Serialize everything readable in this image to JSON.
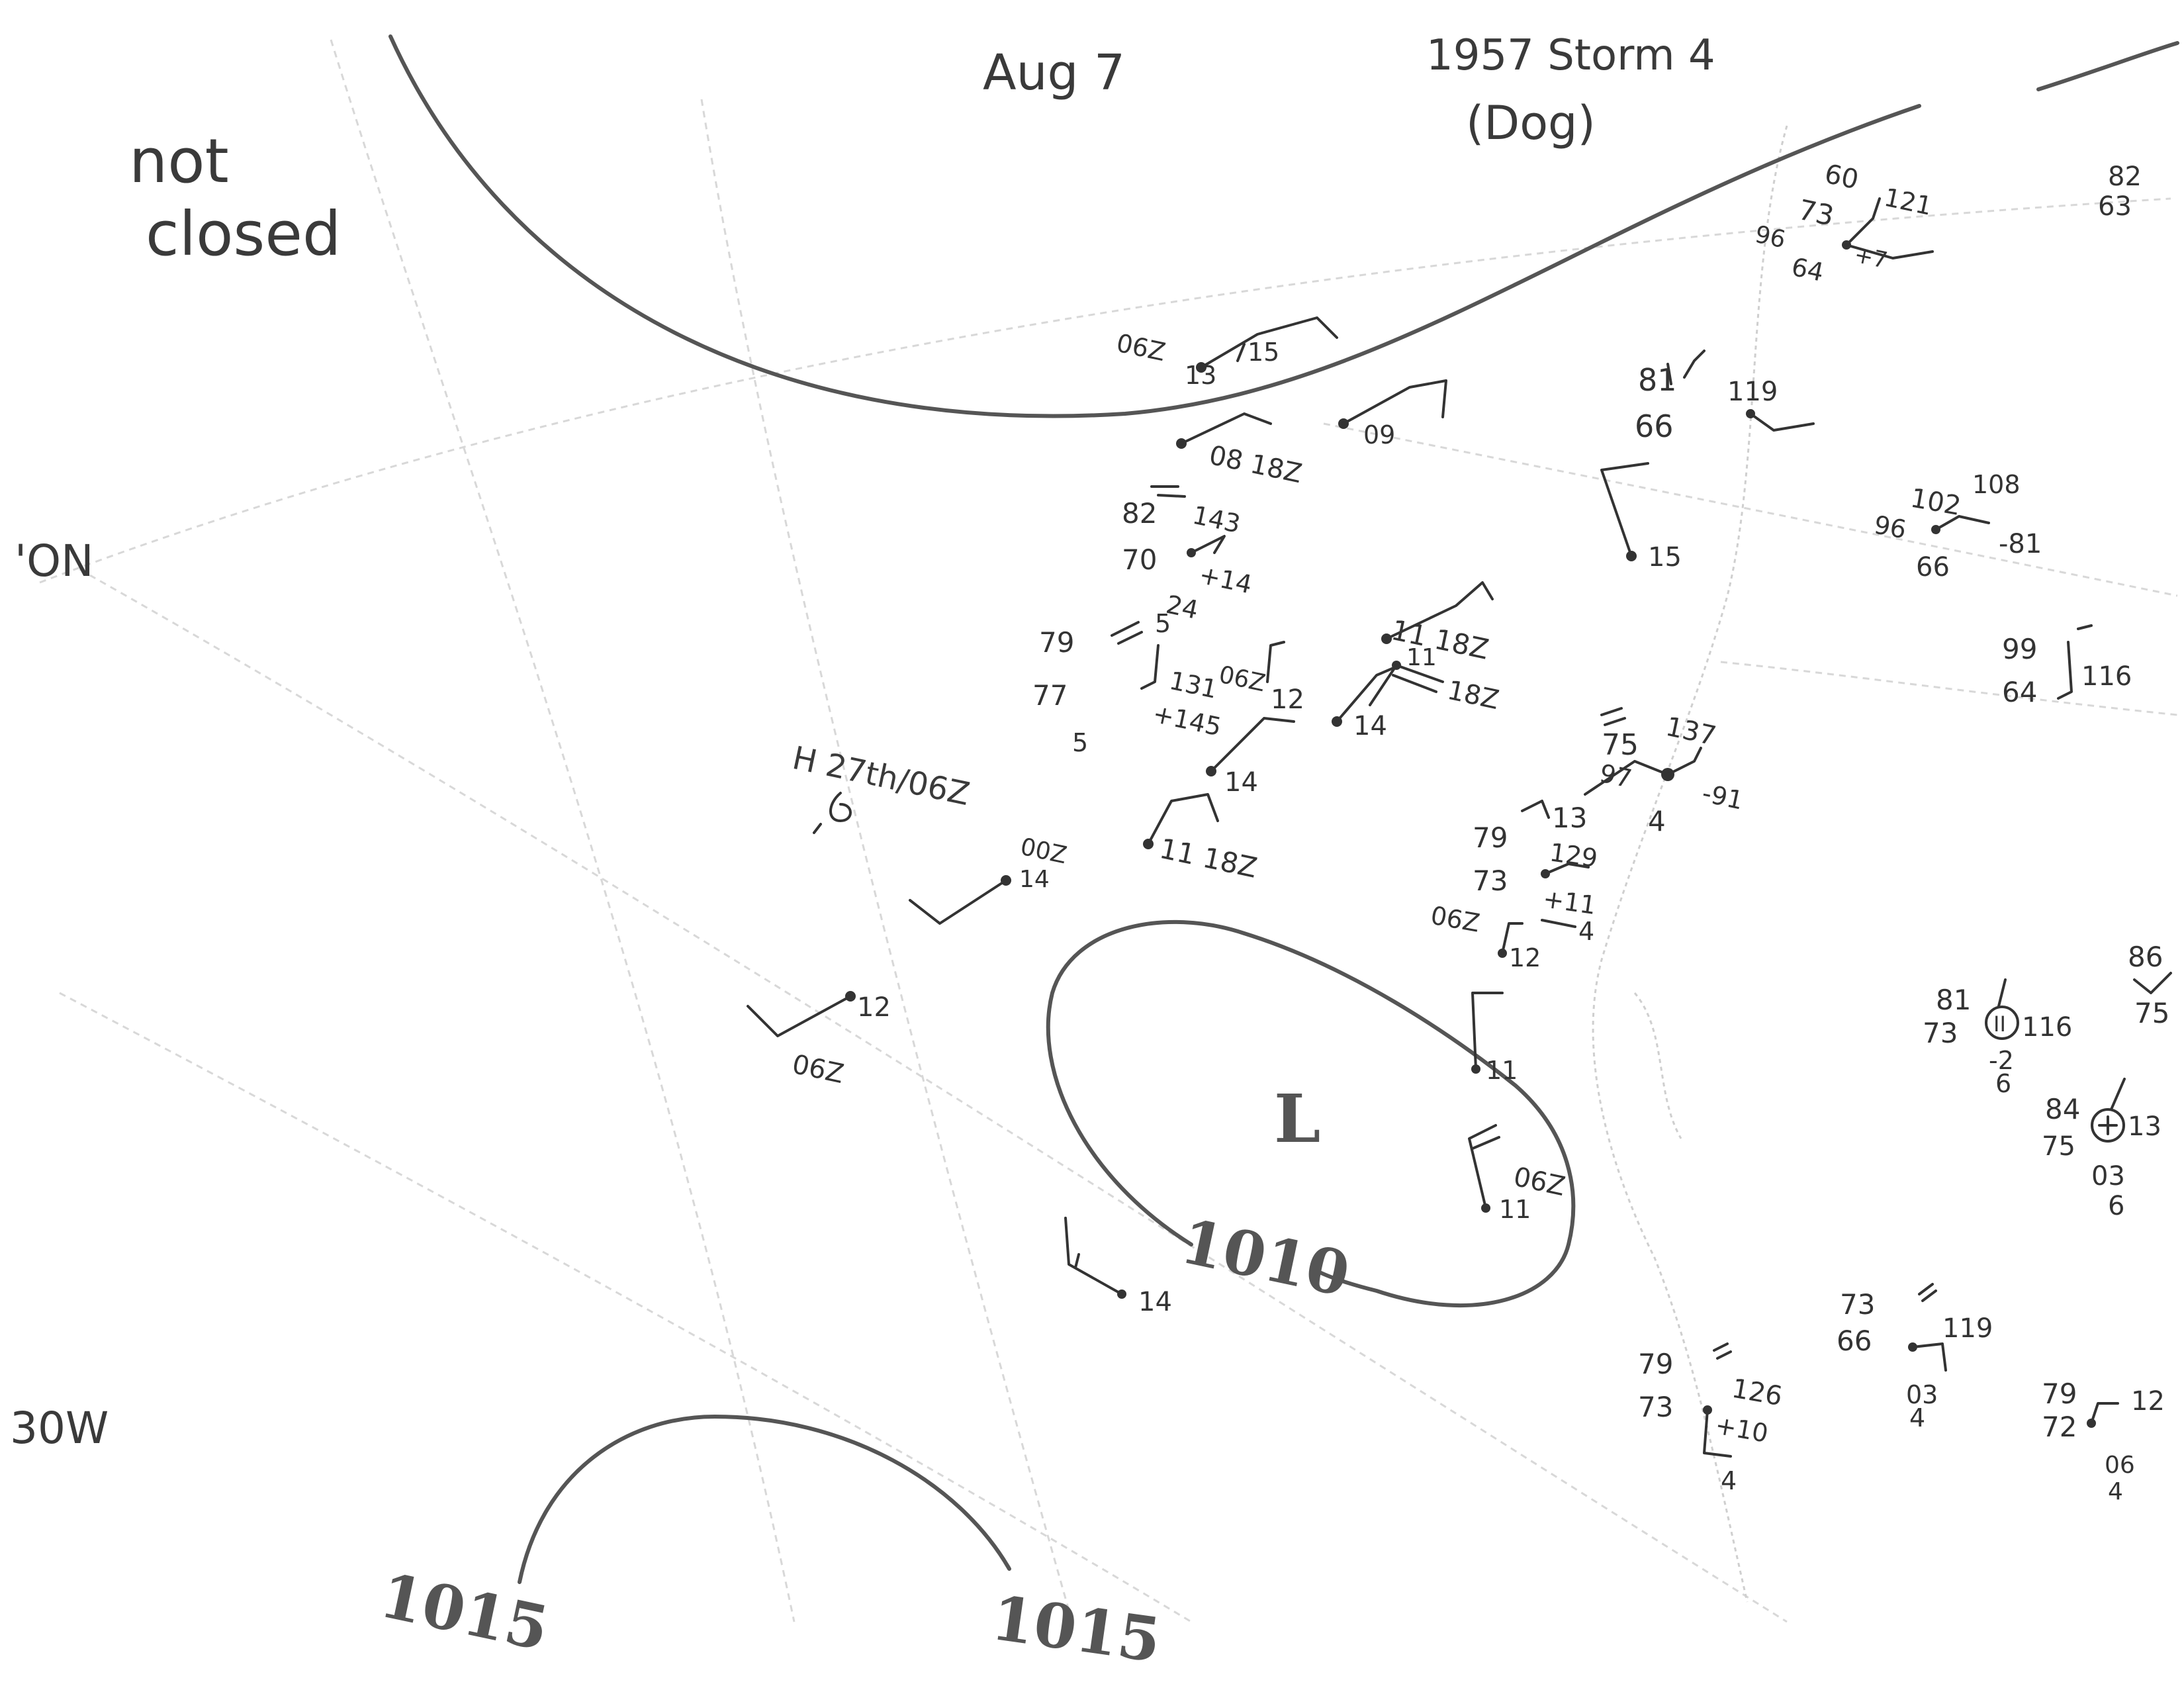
{
  "notes": {
    "not_closed_line1": "not",
    "not_closed_line2": "closed",
    "date": "Aug 7",
    "storm_line1": "1957 Storm 4",
    "storm_line2": "(Dog)",
    "lat_label": "'ON",
    "lon_label": "30W",
    "hurricane_position": "H 27th/06Z",
    "low_symbol": "L"
  },
  "isobars": {
    "closed_low": "1010",
    "ridge_left": "1015",
    "ridge_right": "1015"
  },
  "observations": [
    {
      "id": "obs-a1",
      "texts": [
        "06Z",
        "13",
        "15"
      ]
    },
    {
      "id": "obs-a2",
      "texts": [
        "09"
      ]
    },
    {
      "id": "obs-a3",
      "texts": [
        "08 18Z"
      ]
    },
    {
      "id": "obs-b1",
      "texts": [
        "82",
        "143",
        "70",
        "+14",
        "24",
        "5"
      ]
    },
    {
      "id": "obs-b2",
      "texts": [
        "79",
        "131",
        "77",
        "+145",
        "5"
      ]
    },
    {
      "id": "obs-b3",
      "texts": [
        "06Z",
        "12"
      ]
    },
    {
      "id": "obs-b4",
      "texts": [
        "14"
      ]
    },
    {
      "id": "obs-b5",
      "texts": [
        "11 18Z"
      ]
    },
    {
      "id": "obs-b6",
      "texts": [
        "00Z",
        "14"
      ]
    },
    {
      "id": "obs-b7",
      "texts": [
        "12",
        "06Z"
      ]
    },
    {
      "id": "obs-c1",
      "texts": [
        "11 18Z"
      ]
    },
    {
      "id": "obs-c2",
      "texts": [
        "11",
        "18Z"
      ]
    },
    {
      "id": "obs-c3",
      "texts": [
        "14"
      ]
    },
    {
      "id": "obs-c4",
      "texts": [
        "15"
      ]
    },
    {
      "id": "obs-d1",
      "texts": [
        "81",
        "119",
        "66"
      ]
    },
    {
      "id": "obs-d2",
      "texts": [
        "60",
        "121",
        "73",
        "96",
        "+7",
        "64"
      ]
    },
    {
      "id": "obs-d3",
      "texts": [
        "75",
        "137",
        "97",
        "-91",
        "13",
        "4"
      ]
    },
    {
      "id": "obs-d4",
      "texts": [
        "79",
        "129",
        "73",
        "+11",
        "4"
      ]
    },
    {
      "id": "obs-d5",
      "texts": [
        "06Z",
        "12"
      ]
    },
    {
      "id": "obs-e1",
      "texts": [
        "11"
      ]
    },
    {
      "id": "obs-e2",
      "texts": [
        "06Z",
        "11"
      ]
    },
    {
      "id": "obs-e3",
      "texts": [
        "14"
      ]
    },
    {
      "id": "obs-f1",
      "texts": [
        "82",
        "63"
      ]
    },
    {
      "id": "obs-f2",
      "texts": [
        "102",
        "108",
        "96",
        "-81",
        "66"
      ]
    },
    {
      "id": "obs-f3",
      "texts": [
        "99",
        "116",
        "64"
      ]
    },
    {
      "id": "obs-f4",
      "texts": [
        "81",
        "116",
        "73",
        "-2",
        "6"
      ]
    },
    {
      "id": "obs-f5",
      "texts": [
        "86",
        "75"
      ]
    },
    {
      "id": "obs-f6",
      "texts": [
        "84",
        "13",
        "75",
        "03",
        "6"
      ]
    },
    {
      "id": "obs-g1",
      "texts": [
        "73",
        "119",
        "66",
        "03",
        "4"
      ]
    },
    {
      "id": "obs-g2",
      "texts": [
        "79",
        "126",
        "73",
        "+10",
        "4"
      ]
    },
    {
      "id": "obs-g3",
      "texts": [
        "79",
        "12",
        "72",
        "06",
        "4"
      ]
    }
  ]
}
